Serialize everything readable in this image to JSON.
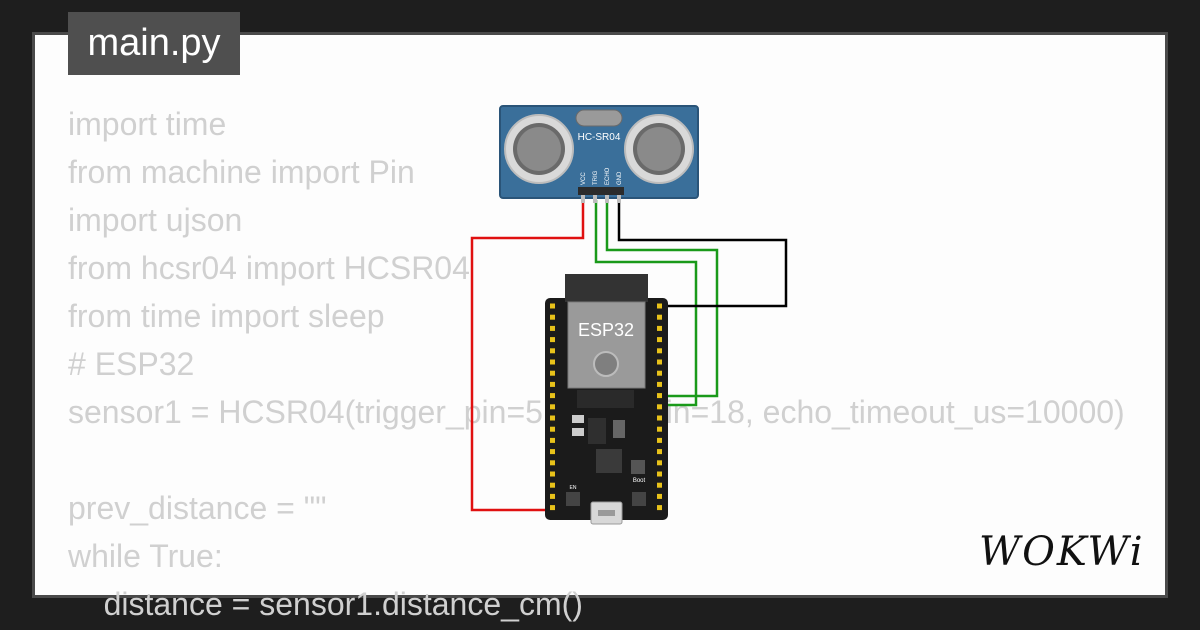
{
  "tab": {
    "filename": "main.py"
  },
  "code_lines": [
    "import time",
    "from machine import Pin",
    "import ujson",
    "from hcsr04 import HCSR04",
    "from time import sleep",
    "# ESP32",
    "sensor1 = HCSR04(trigger_pin=5, echo_pin=18, echo_timeout_us=10000)",
    "",
    "prev_distance = \"\"",
    "while True:",
    "    distance = sensor1.distance_cm()"
  ],
  "sensor": {
    "label": "HC-SR04",
    "pins": [
      "VCC",
      "TRIG",
      "ECHO",
      "GND"
    ]
  },
  "board": {
    "label": "ESP32",
    "boot_label": "Boot",
    "en_label": "EN"
  },
  "wires": {
    "vcc_color": "#e01010",
    "trig_color": "#1a9a1a",
    "echo_color": "#1a9a1a",
    "gnd_color": "#000000"
  },
  "brand": {
    "logo_text": "WOKWi"
  }
}
